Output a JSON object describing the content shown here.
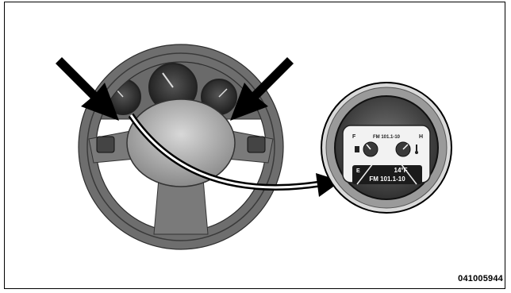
{
  "figure": {
    "code": "041005944"
  },
  "inset_display": {
    "top_text": "FM 101.1-10",
    "gauge_left_full": "F",
    "gauge_left_empty": "E",
    "gauge_right_label": "H",
    "temperature": "14°F",
    "radio_text": "FM 101.1-10"
  }
}
